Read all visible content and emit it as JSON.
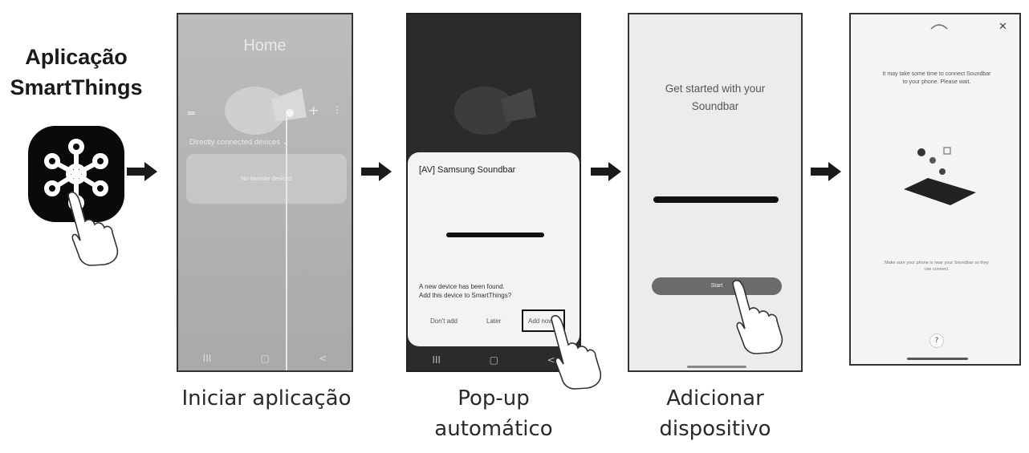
{
  "app": {
    "title_line1": "Aplicação",
    "title_line2": "SmartThings"
  },
  "captions": {
    "step1": "Iniciar aplicação",
    "step2_line1": "Pop-up",
    "step2_line2": "automático",
    "step3_line1": "Adicionar",
    "step3_line2": "dispositivo"
  },
  "screen1": {
    "title": "Home",
    "devices_heading": "Directly connected devices ⌄",
    "favorites_text": "No favorite devices",
    "nav": [
      "III",
      "▢",
      "<"
    ]
  },
  "screen2": {
    "dialog_title": "[AV] Samsung Soundbar",
    "message_line1": "A new device has been found.",
    "message_line2": "Add this device to SmartThings?",
    "btn_dont_add": "Don't add",
    "btn_later": "Later",
    "btn_add_now": "Add now",
    "nav": [
      "III",
      "▢",
      "<"
    ]
  },
  "screen3": {
    "heading_line1": "Get started with your",
    "heading_line2": "Soundbar",
    "start_label": "Start"
  },
  "screen4": {
    "message_line1": "It may take some time to connect Soundbar",
    "message_line2": "to your phone. Please wait.",
    "hint_line1": "Make sure your phone is near your Soundbar so they",
    "hint_line2": "can connect.",
    "help_label": "?",
    "close_label": "✕"
  },
  "colors": {
    "arrow": "#1a1a1a",
    "screen_border": "#333333",
    "dialog_bg": "#f3f3f3",
    "start_button": "#6b6b6b"
  }
}
